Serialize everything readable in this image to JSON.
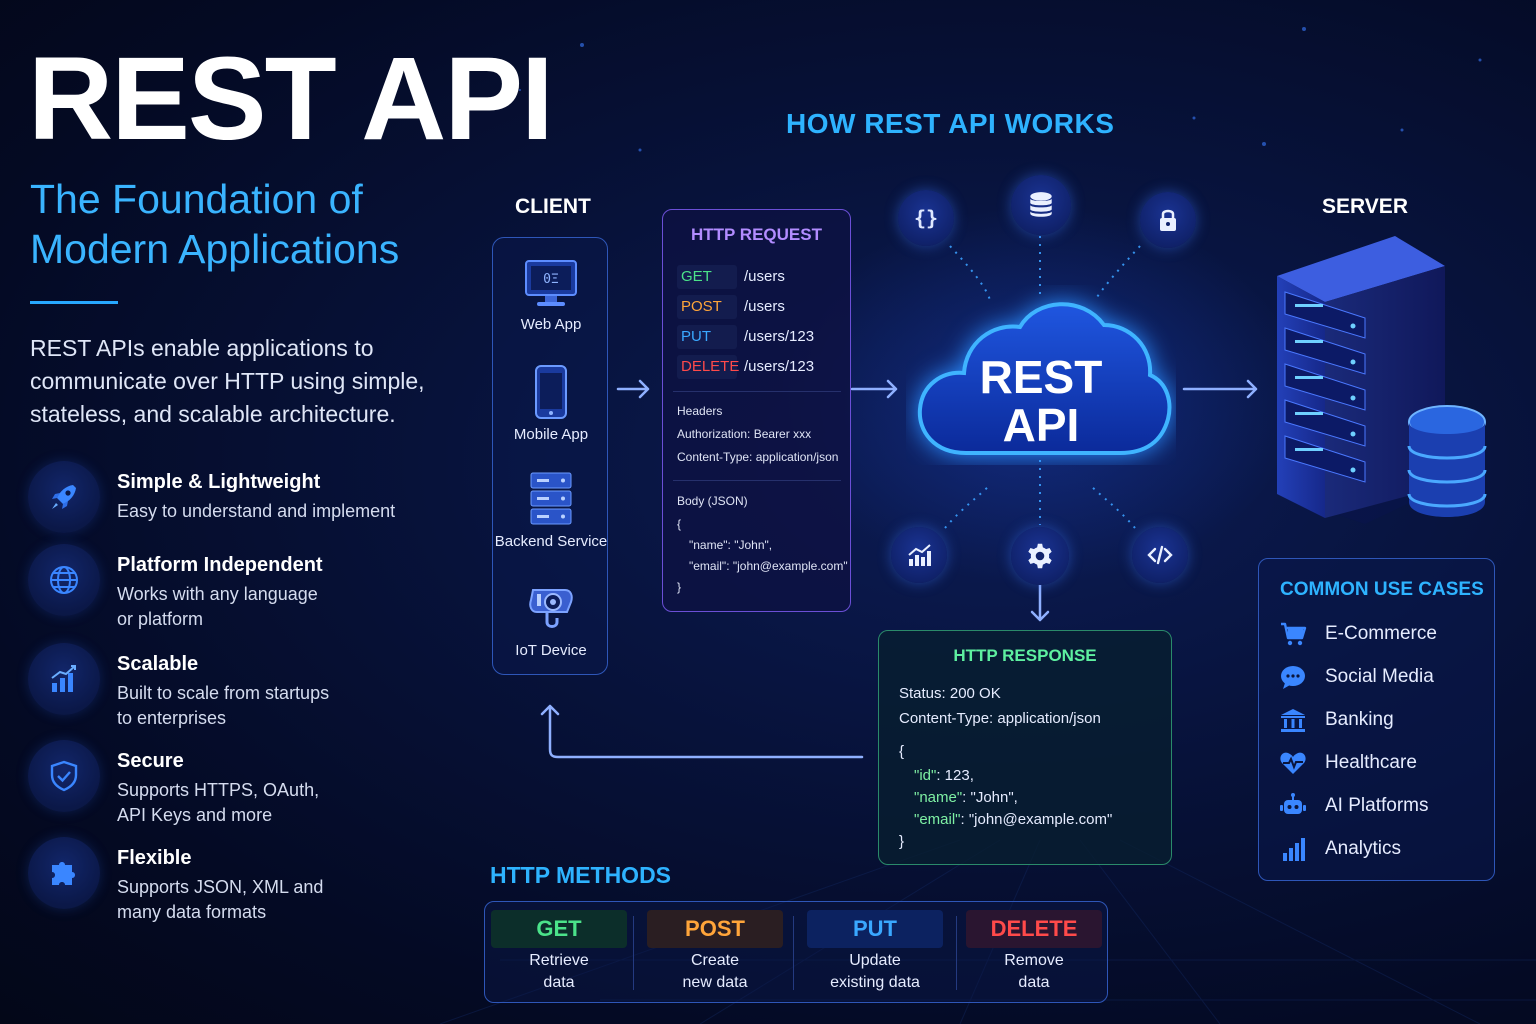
{
  "header": {
    "title": "REST API",
    "subtitle": "The Foundation of Modern Applications",
    "intro": "REST APIs enable applications to communicate over HTTP using simple, stateless, and scalable architecture."
  },
  "features": [
    {
      "title": "Simple & Lightweight",
      "desc": "Easy to understand and implement",
      "icon": "rocket-icon"
    },
    {
      "title": "Platform Independent",
      "desc": "Works with any language or platform",
      "icon": "globe-icon"
    },
    {
      "title": "Scalable",
      "desc": "Built to scale from startups to enterprises",
      "icon": "bar-chart-icon"
    },
    {
      "title": "Secure",
      "desc": "Supports HTTPS, OAuth, API Keys and more",
      "icon": "shield-check-icon"
    },
    {
      "title": "Flexible",
      "desc": "Supports JSON, XML and many data formats",
      "icon": "puzzle-icon"
    }
  ],
  "diagram": {
    "heading": "HOW REST API WORKS",
    "client_label": "CLIENT",
    "server_label": "SERVER",
    "clients": [
      {
        "label": "Web App",
        "icon": "monitor-icon"
      },
      {
        "label": "Mobile App",
        "icon": "smartphone-icon"
      },
      {
        "label": "Backend Service",
        "icon": "server-rack-icon"
      },
      {
        "label": "IoT Device",
        "icon": "security-camera-icon"
      }
    ],
    "cloud_line1": "REST",
    "cloud_line2": "API",
    "orbit_icons": [
      "braces-icon",
      "database-icon",
      "lock-icon",
      "analytics-icon",
      "gear-icon",
      "code-icon"
    ]
  },
  "request": {
    "title": "HTTP REQUEST",
    "rows": [
      {
        "method": "GET",
        "path": "/users",
        "color": "#4be38a"
      },
      {
        "method": "POST",
        "path": "/users",
        "color": "#ffa53a"
      },
      {
        "method": "PUT",
        "path": "/users/123",
        "color": "#3aa8ff"
      },
      {
        "method": "DELETE",
        "path": "/users/123",
        "color": "#ff4a4a"
      }
    ],
    "headers_label": "Headers",
    "auth_header": "Authorization: Bearer xxx",
    "content_type": "Content-Type: application/json",
    "body_label": "Body (JSON)",
    "body_open": "{",
    "body_line1": "\"name\": \"John\",",
    "body_line2": "\"email\": \"john@example.com\"",
    "body_close": "}"
  },
  "response": {
    "title": "HTTP RESPONSE",
    "status": "Status: 200 OK",
    "content_type": "Content-Type: application/json",
    "open": "{",
    "id_key": "\"id\"",
    "id_val": ": 123,",
    "name_key": "\"name\"",
    "name_val": ": \"John\",",
    "email_key": "\"email\"",
    "email_val": ": \"john@example.com\"",
    "close": "}"
  },
  "use_cases": {
    "title": "COMMON USE CASES",
    "items": [
      {
        "label": "E-Commerce",
        "icon": "cart-icon"
      },
      {
        "label": "Social Media",
        "icon": "chat-bubble-icon"
      },
      {
        "label": "Banking",
        "icon": "bank-icon"
      },
      {
        "label": "Healthcare",
        "icon": "heart-pulse-icon"
      },
      {
        "label": "AI Platforms",
        "icon": "robot-icon"
      },
      {
        "label": "Analytics",
        "icon": "bar-chart-icon"
      }
    ]
  },
  "methods": {
    "title": "HTTP METHODS",
    "items": [
      {
        "name": "GET",
        "desc1": "Retrieve",
        "desc2": "data",
        "color": "#4be38a"
      },
      {
        "name": "POST",
        "desc1": "Create",
        "desc2": "new data",
        "color": "#ffa53a"
      },
      {
        "name": "PUT",
        "desc1": "Update",
        "desc2": "existing data",
        "color": "#3aa8ff"
      },
      {
        "name": "DELETE",
        "desc1": "Remove",
        "desc2": "data",
        "color": "#ff4a4a"
      }
    ]
  }
}
